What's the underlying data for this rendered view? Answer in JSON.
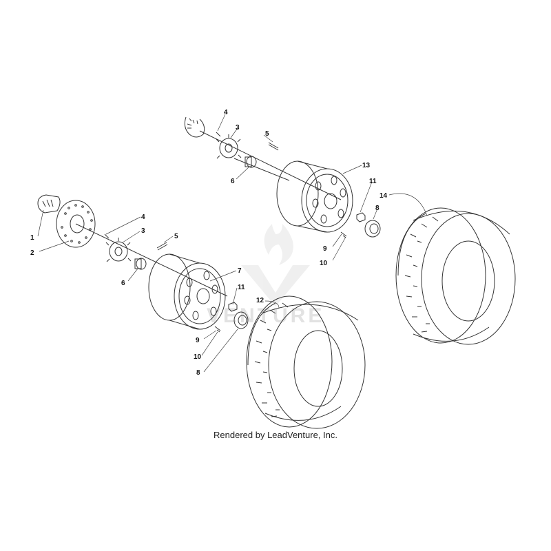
{
  "callouts": [
    {
      "id": "c4a",
      "text": "4"
    },
    {
      "id": "c3a",
      "text": "3"
    },
    {
      "id": "c5a",
      "text": "5"
    },
    {
      "id": "c6a",
      "text": "6"
    },
    {
      "id": "c13",
      "text": "13"
    },
    {
      "id": "c11a",
      "text": "11"
    },
    {
      "id": "c14",
      "text": "14"
    },
    {
      "id": "c8a",
      "text": "8"
    },
    {
      "id": "c9a",
      "text": "9"
    },
    {
      "id": "c10a",
      "text": "10"
    },
    {
      "id": "c1",
      "text": "1"
    },
    {
      "id": "c2",
      "text": "2"
    },
    {
      "id": "c4b",
      "text": "4"
    },
    {
      "id": "c3b",
      "text": "3"
    },
    {
      "id": "c5b",
      "text": "5"
    },
    {
      "id": "c6b",
      "text": "6"
    },
    {
      "id": "c7",
      "text": "7"
    },
    {
      "id": "c11b",
      "text": "11"
    },
    {
      "id": "c12",
      "text": "12"
    },
    {
      "id": "c9b",
      "text": "9"
    },
    {
      "id": "c10b",
      "text": "10"
    },
    {
      "id": "c8b",
      "text": "8"
    }
  ],
  "credit": "Rendered by LeadVenture, Inc.",
  "watermark": "VENTURE",
  "colors": {
    "line": "#333333",
    "watermark": "#e4e4e4"
  }
}
